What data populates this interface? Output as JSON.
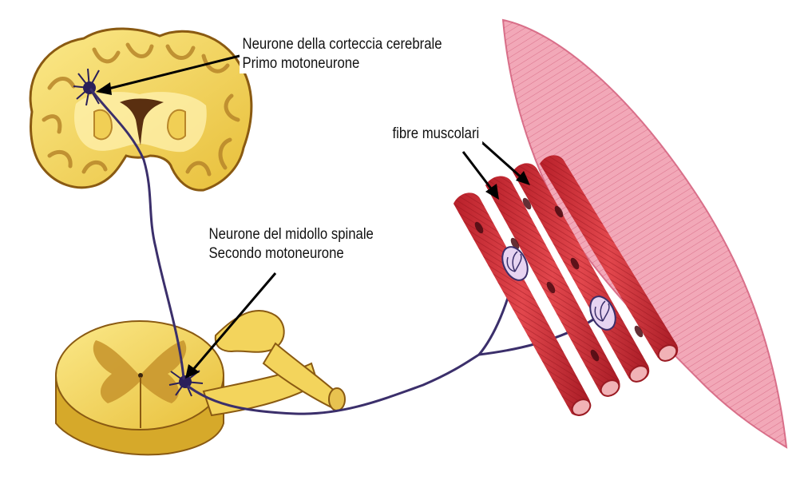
{
  "labels": {
    "cortex_neuron": {
      "line1": "Neurone della corteccia cerebrale",
      "line2": "Primo motoneurone"
    },
    "spinal_neuron": {
      "line1": "Neurone del midollo spinale",
      "line2": "Secondo motoneurone"
    },
    "muscle_fibers": "fibre muscolari"
  },
  "colors": {
    "brain_fill": "#f3d45c",
    "brain_fold": "#b8862a",
    "nerve": "#3b2f6b",
    "muscle_fiber": "#d8323c",
    "muscle_belly": "#e7869a",
    "spinal_grey": "#c9972f"
  }
}
